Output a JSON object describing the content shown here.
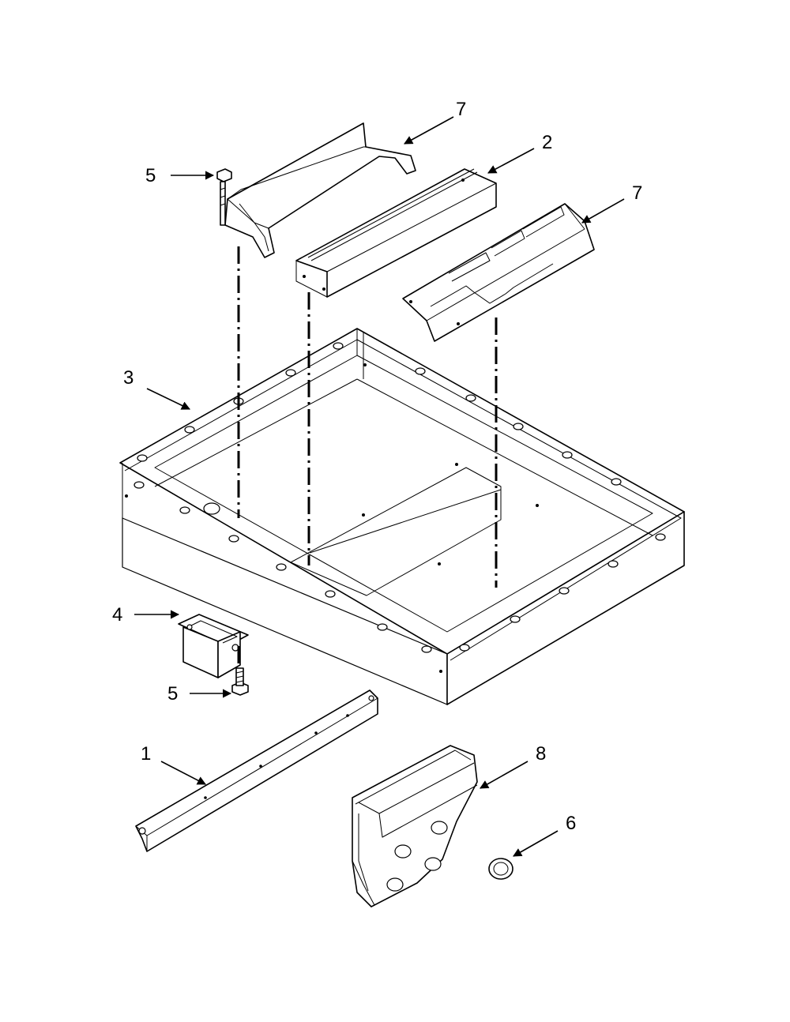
{
  "callouts": [
    {
      "id": "c7a",
      "label": "7"
    },
    {
      "id": "c2",
      "label": "2"
    },
    {
      "id": "c5a",
      "label": "5"
    },
    {
      "id": "c7b",
      "label": "7"
    },
    {
      "id": "c3",
      "label": "3"
    },
    {
      "id": "c4",
      "label": "4"
    },
    {
      "id": "c5b",
      "label": "5"
    },
    {
      "id": "c1",
      "label": "1"
    },
    {
      "id": "c8",
      "label": "8"
    },
    {
      "id": "c6",
      "label": "6"
    }
  ],
  "colors": {
    "line": "#000000",
    "background": "#ffffff"
  }
}
